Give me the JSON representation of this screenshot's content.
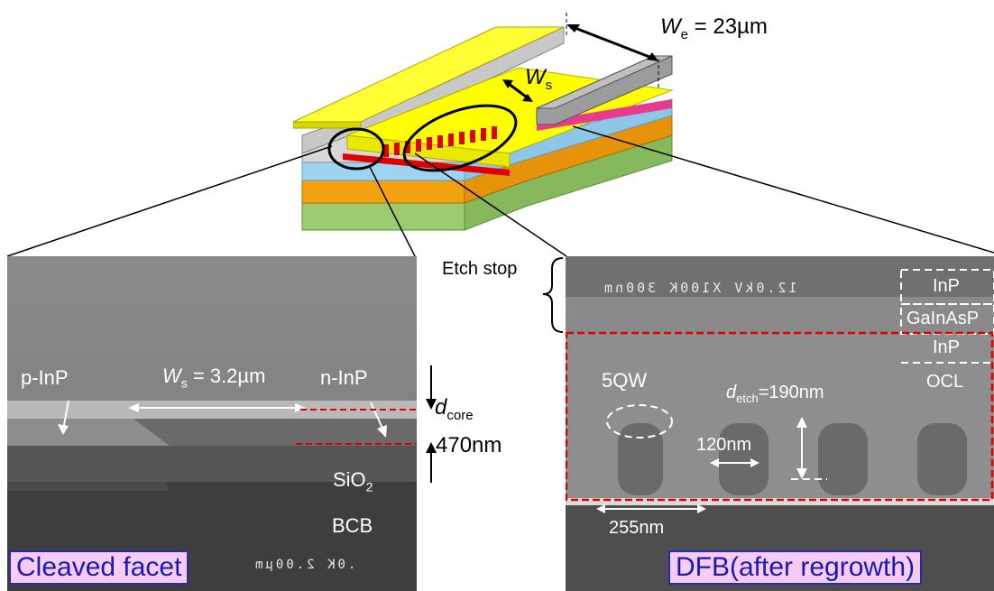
{
  "top_schematic": {
    "we_symbol": "W",
    "we_sub": "e",
    "we_value": " = 23µm",
    "ws_symbol": "W",
    "ws_sub": "s"
  },
  "left_sem": {
    "p_inp": "p-InP",
    "n_inp": "n-InP",
    "ws_symbol": "W",
    "ws_sub": "s",
    "ws_value": " = 3.2µm",
    "sio2_main": "SiO",
    "sio2_sub": "2",
    "bcb": "BCB",
    "dcore_symbol": "d",
    "dcore_sub": "core",
    "thickness": "470nm",
    "scale_text": ".0K 2.00µm",
    "caption": "Cleaved facet"
  },
  "right_sem": {
    "etch_stop": "Etch stop",
    "scale_text": "12.0kV X100K 300nm",
    "inp_top": "InP",
    "gainasp": "GaInAsP",
    "inp_mid": "InP",
    "ocl": "OCL",
    "qw": "5QW",
    "detch_symbol": "d",
    "detch_sub": "etch",
    "detch_value": "=190nm",
    "pitch": "120nm",
    "period": "255nm",
    "caption": "DFB(after regrowth)"
  },
  "colors": {
    "yellow_metal": "#ffff00",
    "gray_metal": "#a6a6a6",
    "blue_layer": "#9fd3f2",
    "orange_layer": "#f2a20e",
    "green_layer": "#9ccc70",
    "red_core": "#e00000",
    "magenta_layer": "#e83b8e",
    "caption_bg": "#f6ccf6",
    "caption_text": "#1a1ab0",
    "dashed_red": "#e00000"
  }
}
